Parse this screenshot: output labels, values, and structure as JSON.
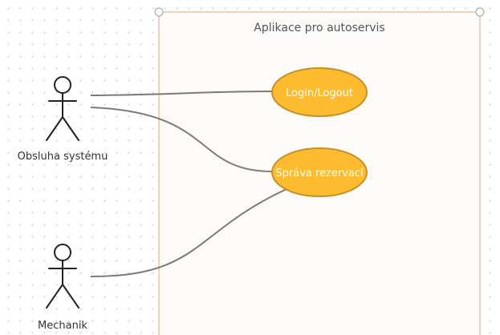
{
  "system": {
    "title": "Aplikace pro autoservis"
  },
  "actors": {
    "operator": {
      "label": "Obsluha systému"
    },
    "mechanic": {
      "label": "Mechanik"
    }
  },
  "use_cases": {
    "login": {
      "label": "Login/Logout"
    },
    "reservations": {
      "label": "Správa rezervací"
    }
  },
  "colors": {
    "use_case_fill": "#fdbb2f",
    "use_case_stroke": "#c79123",
    "system_border": "#f0c4a3",
    "connector": "#7d7a76"
  }
}
